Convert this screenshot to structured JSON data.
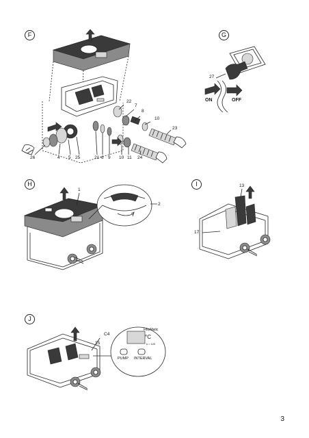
{
  "sections": {
    "F": {
      "letter": "F",
      "callouts": [
        "22",
        "7",
        "8",
        "10",
        "23",
        "26",
        "4",
        "5",
        "25",
        "21",
        "6",
        "9",
        "10",
        "11",
        "24"
      ]
    },
    "G": {
      "letter": "G",
      "callouts": [
        "27"
      ],
      "on_label": "ON",
      "off_label": "OFF"
    },
    "H": {
      "letter": "H",
      "callouts": [
        "1",
        "2"
      ]
    },
    "I": {
      "letter": "I",
      "callouts": [
        "13",
        "17"
      ]
    },
    "J": {
      "letter": "J",
      "callouts": [
        "C4",
        "15"
      ],
      "panel": {
        "brand": "FiltoMatic",
        "temp_unit": "°C",
        "small": "k = 120",
        "pump_label": "PUMP",
        "interval_label": "INTERVAL"
      }
    }
  },
  "page_number": "3"
}
